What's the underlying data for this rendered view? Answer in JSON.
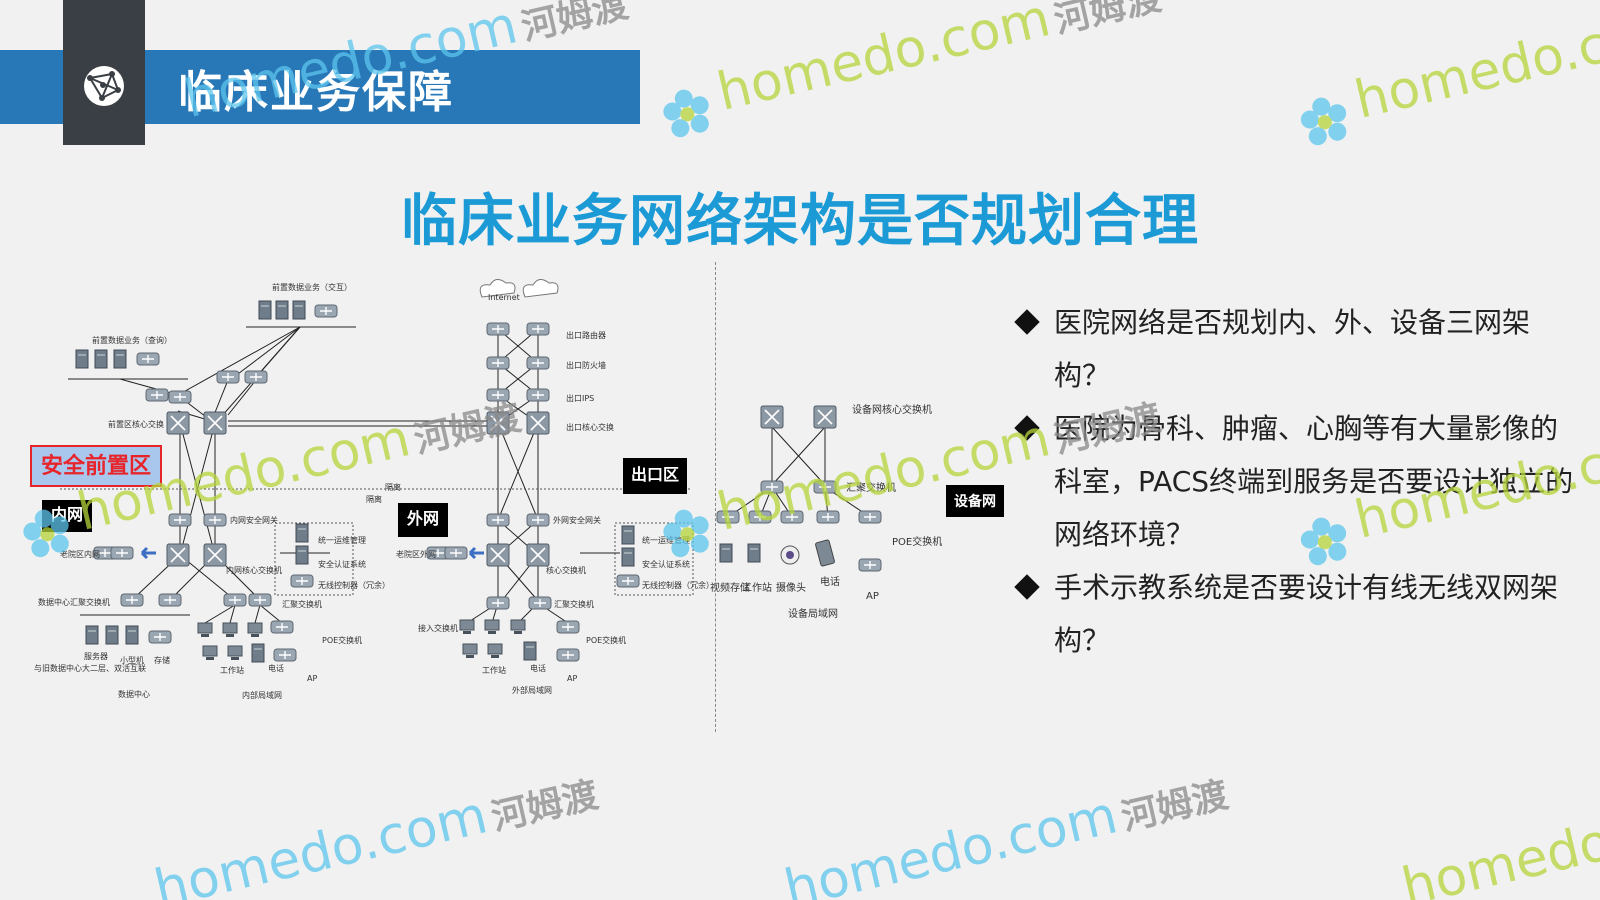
{
  "header": {
    "title": "临床业务保障"
  },
  "slide_title": "临床业务网络架构是否规划合理",
  "bullets": [
    "医院网络是否规划内、外、设备三网架构？",
    "医院为骨科、肿瘤、心胸等有大量影像的科室，PACS终端到服务是否要设计独立的网络环境？",
    "手术示教系统是否要设计有线无线双网架构？"
  ],
  "diagram": {
    "zone_tags": {
      "dmz": "安全前置区",
      "intranet": "内网",
      "extranet": "外网",
      "egress": "出口区",
      "device_net": "设备网"
    },
    "labels": {
      "front_business_top": "前置数据业务（交互）",
      "front_business_left": "前置数据业务（查询）",
      "front_core": "前置区核心交换",
      "internet": "Internet",
      "egress_router": "出口路由器",
      "egress_firewall": "出口防火墙",
      "egress_ips": "出口IPS",
      "egress_core": "出口核心交换",
      "isolation_left": "隔离",
      "isolation_right": "隔离",
      "intranet_security_gw": "内网安全网关",
      "extranet_security_gw": "外网安全网关",
      "intranet_core": "内网核心交换机",
      "extranet_core": "核心交换机",
      "unified_mgmt_in": "统一运维管理",
      "unified_mgmt_out": "统一运维管理",
      "auth_in": "安全认证系统",
      "auth_out": "安全认证系统",
      "wireless_ctrl_in": "无线控制器（冗余）",
      "wireless_ctrl_out": "无线控制器（冗余）",
      "old_in": "老院区内网",
      "old_out": "老院区外网",
      "dc_agg": "数据中心汇聚交换机",
      "agg_in": "汇聚交换机",
      "agg_out": "汇聚交换机",
      "access_out": "接入交换机",
      "server": "服务器",
      "minicomputer": "小型机",
      "storage": "存储",
      "old_dc": "与旧数据中心大二层、双活互联",
      "dc": "数据中心",
      "workstation_in": "工作站",
      "phone_in": "电话",
      "poe_in": "POE交换机",
      "ap_in": "AP",
      "lan_in": "内部局域网",
      "workstation_out": "工作站",
      "phone_out": "电话",
      "poe_out": "POE交换机",
      "ap_out": "AP",
      "lan_out": "外部局域网",
      "dev_core": "设备网核心交换机",
      "dev_agg": "汇聚交换机",
      "video_storage": "视频存储",
      "dev_workstation": "工作站",
      "camera": "摄像头",
      "dev_phone": "电话",
      "dev_poe": "POE交换机",
      "dev_ap": "AP",
      "dev_lan": "设备局域网"
    }
  },
  "watermarks": {
    "domain": "homedo.com",
    "brand_cn": "河姆渡",
    "brand_en": "homedo.c"
  },
  "colors": {
    "header_blue": "#2878b8",
    "title_blue": "#1b9ad6",
    "logo_dark": "#3a3f45",
    "dmz_tag_bg": "#a9c7ec",
    "dmz_tag_text": "#e8242b",
    "tag_black": "#000000",
    "watermark_green": "#b5d63a",
    "watermark_blue": "#5cc5ec"
  },
  "icons": [
    "network-globe-icon",
    "switch-icon",
    "router-icon",
    "server-icon",
    "cloud-icon",
    "camera-icon",
    "phone-icon",
    "ap-icon",
    "flower-logo-icon",
    "arrow-left-icon"
  ]
}
